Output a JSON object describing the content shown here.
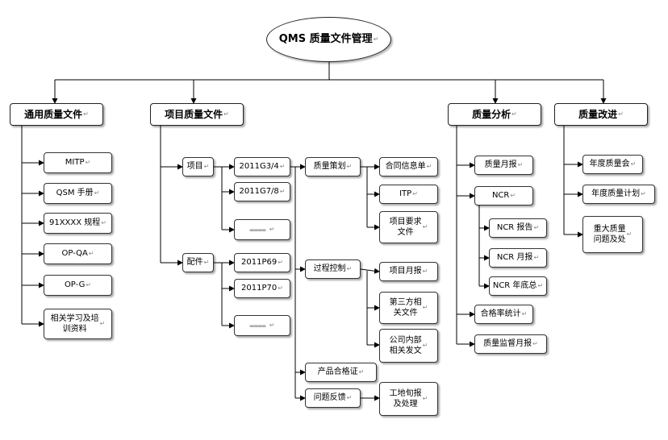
{
  "root": "QMS 质量文件管理",
  "para_mark": "↵",
  "branches": {
    "general": {
      "title": "通用质量文件",
      "items": [
        "MITP",
        "QSM 手册",
        "91XXXX 规程",
        "OP-QA",
        "OP-G",
        "相关学习及培\n训资料"
      ]
    },
    "project": {
      "title": "项目质量文件",
      "item_group": "项目",
      "item_codes": [
        "2011G3/4",
        "2011G7/8",
        "。。。。。。。。"
      ],
      "parts_group": "配件",
      "parts_codes": [
        "2011P69",
        "2011P70",
        "。。。。。。。。"
      ],
      "processes": [
        "质量策划",
        "过程控制",
        "产品合格证",
        "问题反馈"
      ],
      "planning_docs": [
        "合同信息单",
        "ITP",
        "项目要求\n文件"
      ],
      "control_docs": [
        "项目月报",
        "第三方相\n关文件",
        "公司内部\n相关发文"
      ],
      "feedback_docs": [
        "工地旬报\n及处理"
      ]
    },
    "analysis": {
      "title": "质量分析",
      "items": [
        "质量月报",
        "NCR",
        "合格率统计",
        "质量监督月报"
      ],
      "ncr_items": [
        "NCR 报告",
        "NCR 月报",
        "NCR 年底总"
      ]
    },
    "improvement": {
      "title": "质量改进",
      "items": [
        "年度质量会",
        "年度质量计划",
        "重大质量\n问题及处"
      ]
    }
  }
}
